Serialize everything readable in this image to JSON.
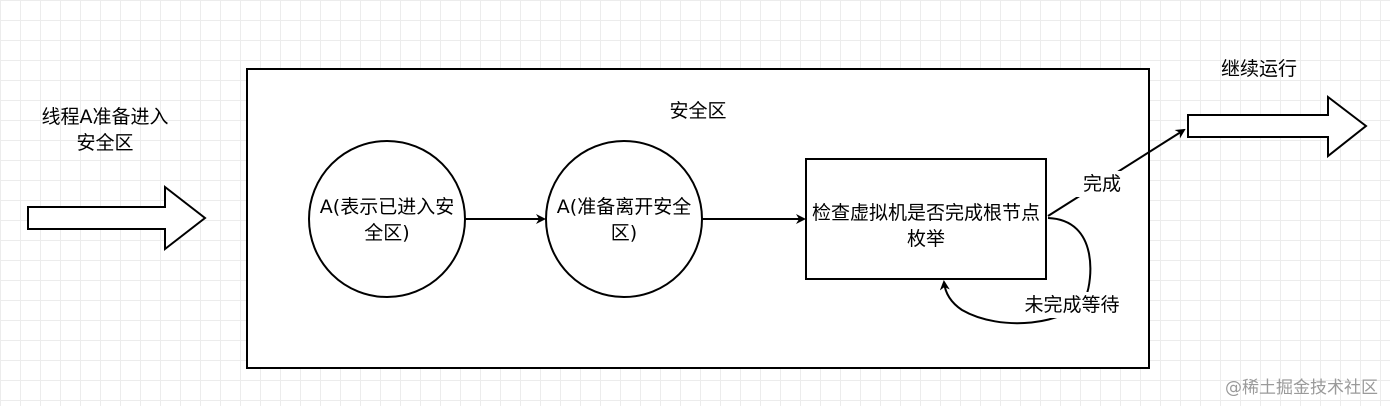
{
  "entry_label": "线程A准备进入安全区",
  "zone_label": "安全区",
  "node_entered": "A(表示已进入安全区)",
  "node_leaving": "A(准备离开安全区)",
  "check_box": "检查虚拟机是否完成根节点枚举",
  "done_label": "完成",
  "wait_label": "未完成等待",
  "continue_label": "继续运行",
  "watermark": "@稀土掘金技术社区"
}
